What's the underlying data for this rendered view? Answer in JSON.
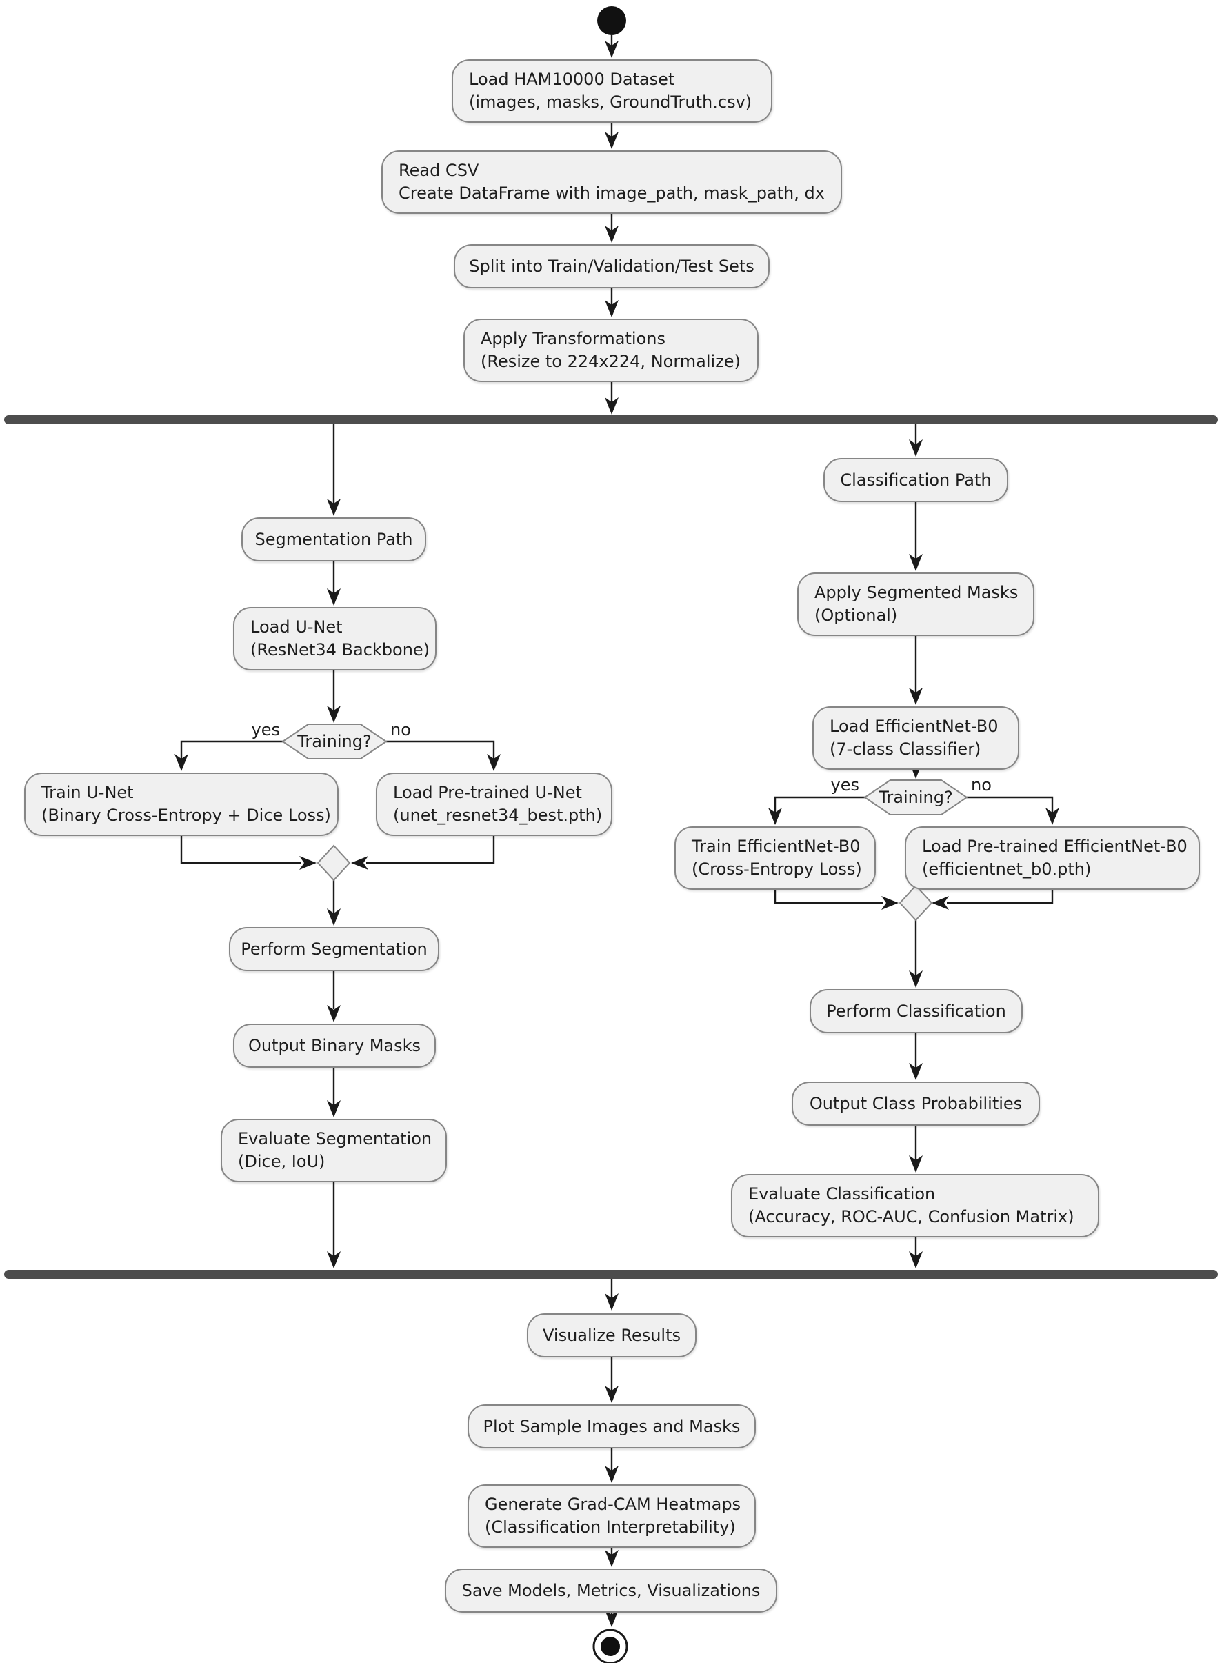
{
  "palette": {
    "background": "#ffffff",
    "node_fill": "#f0f0f0",
    "node_border": "#868686",
    "bar_fill": "#4d4d4d",
    "connector": "#1a1a1a",
    "text": "#1d1d1d",
    "terminal_fill": "#111111"
  },
  "flow": {
    "nodes": {
      "load_dataset": {
        "lines": [
          "Load HAM10000 Dataset",
          "(images, masks, GroundTruth.csv)"
        ]
      },
      "read_csv": {
        "lines": [
          "Read CSV",
          "Create DataFrame with image_path, mask_path, dx"
        ]
      },
      "split_sets": {
        "lines": [
          "Split into Train/Validation/Test Sets"
        ]
      },
      "apply_transforms": {
        "lines": [
          "Apply Transformations",
          "(Resize to 224x224, Normalize)"
        ]
      },
      "segmentation_path": {
        "lines": [
          "Segmentation Path"
        ]
      },
      "load_unet": {
        "lines": [
          "Load U-Net",
          "(ResNet34 Backbone)"
        ]
      },
      "train_unet": {
        "lines": [
          "Train U-Net",
          "(Binary Cross-Entropy + Dice Loss)"
        ]
      },
      "load_pretrained_unet": {
        "lines": [
          "Load Pre-trained U-Net",
          "(unet_resnet34_best.pth)"
        ]
      },
      "perform_segmentation": {
        "lines": [
          "Perform Segmentation"
        ]
      },
      "output_binary_masks": {
        "lines": [
          "Output Binary Masks"
        ]
      },
      "evaluate_segmentation": {
        "lines": [
          "Evaluate Segmentation",
          "(Dice, IoU)"
        ]
      },
      "classification_path": {
        "lines": [
          "Classification Path"
        ]
      },
      "apply_segmented_masks": {
        "lines": [
          "Apply Segmented Masks",
          "(Optional)"
        ]
      },
      "load_efficientnet": {
        "lines": [
          "Load EfficientNet-B0",
          "(7-class Classifier)"
        ]
      },
      "train_efficientnet": {
        "lines": [
          "Train EfficientNet-B0",
          "(Cross-Entropy Loss)"
        ]
      },
      "load_pretrained_efficientnet": {
        "lines": [
          "Load Pre-trained EfficientNet-B0",
          "(efficientnet_b0.pth)"
        ]
      },
      "perform_classification": {
        "lines": [
          "Perform Classification"
        ]
      },
      "output_class_probabilities": {
        "lines": [
          "Output Class Probabilities"
        ]
      },
      "evaluate_classification": {
        "lines": [
          "Evaluate Classification",
          "(Accuracy, ROC-AUC, Confusion Matrix)"
        ]
      },
      "visualize_results": {
        "lines": [
          "Visualize Results"
        ]
      },
      "plot_samples": {
        "lines": [
          "Plot Sample Images and Masks"
        ]
      },
      "generate_gradcam": {
        "lines": [
          "Generate Grad-CAM Heatmaps",
          "(Classification Interpretability)"
        ]
      },
      "save_outputs": {
        "lines": [
          "Save Models, Metrics, Visualizations"
        ]
      }
    },
    "decisions": {
      "segmentation_training": {
        "question": "Training?",
        "yes_label": "yes",
        "no_label": "no"
      },
      "classification_training": {
        "question": "Training?",
        "yes_label": "yes",
        "no_label": "no"
      }
    }
  }
}
